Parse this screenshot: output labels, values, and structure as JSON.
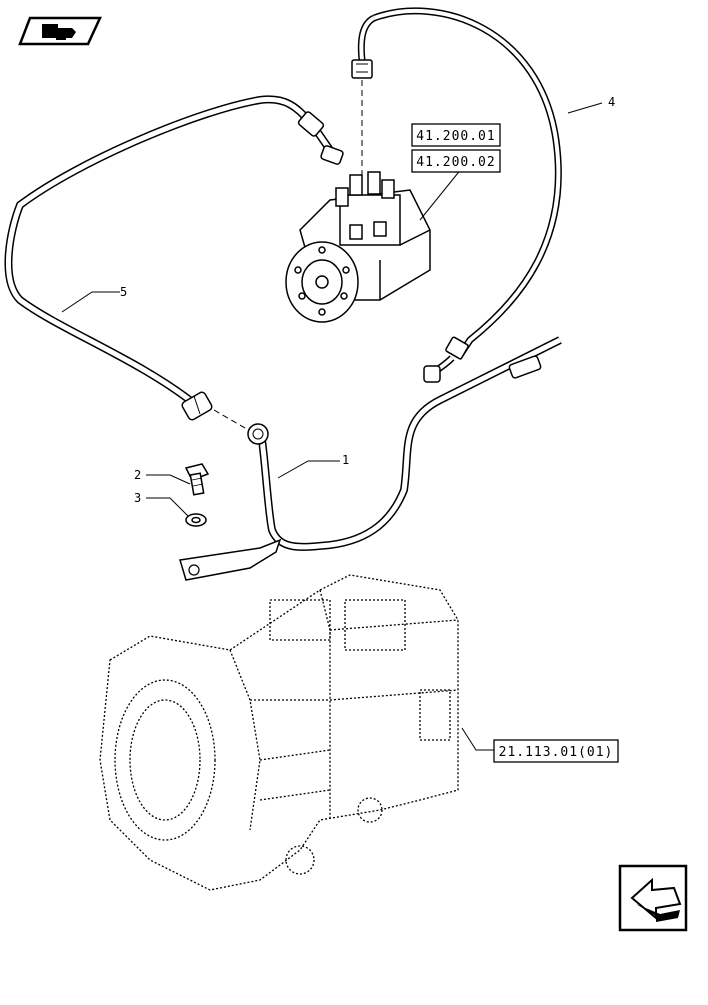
{
  "diagram": {
    "callouts": [
      {
        "id": "1",
        "text": "1"
      },
      {
        "id": "2",
        "text": "2"
      },
      {
        "id": "3",
        "text": "3"
      },
      {
        "id": "4",
        "text": "4"
      },
      {
        "id": "5",
        "text": "5"
      }
    ],
    "references": [
      {
        "id": "ref-41-200-01",
        "text": "41.200.01"
      },
      {
        "id": "ref-41-200-02",
        "text": "41.200.02"
      },
      {
        "id": "ref-21-113-01",
        "text": "21.113.01(01)"
      }
    ],
    "icons": {
      "top_left": "book-arrow-icon",
      "bottom_right": "next-page-arrow-icon"
    },
    "colors": {
      "line": "#000000",
      "background": "#ffffff"
    }
  }
}
